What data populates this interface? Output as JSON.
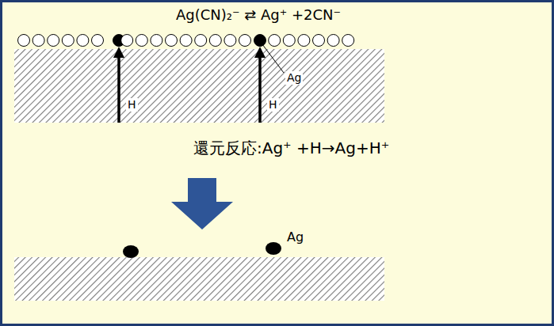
{
  "diagram": {
    "labels": [
      "Ag(CN)₂⁻ ⇄ Ag⁺ +2CN⁻",
      "H",
      "H",
      "Ag",
      "還元反応:Ag⁺ +H→Ag+H⁺",
      "Ag"
    ]
  }
}
